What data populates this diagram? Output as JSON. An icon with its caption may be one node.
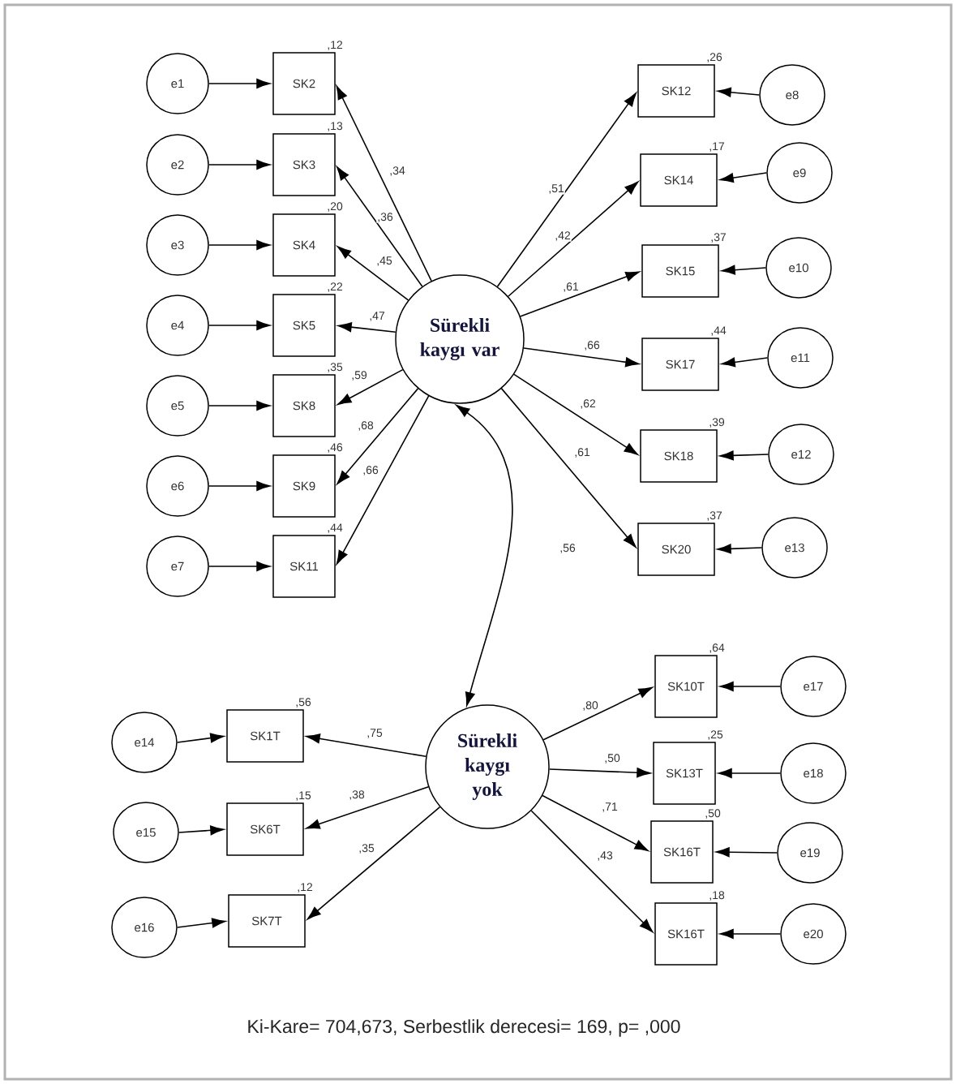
{
  "diagram": {
    "caption": "Ki-Kare= 704,673, Serbestlik derecesi= 169, p= ,000",
    "nodes": [
      {
        "text": [
          "Sürekli kaygı var"
        ]
      },
      {
        "text": [
          "SK2"
        ],
        "beside": [
          ",12"
        ]
      },
      {
        "text": [
          "SK3"
        ],
        "beside": [
          ",13"
        ]
      },
      {
        "text": [
          "SK4"
        ],
        "beside": [
          ",20"
        ]
      },
      {
        "text": [
          "SK5"
        ],
        "beside": [
          ",22"
        ]
      },
      {
        "text": [
          "SK8"
        ],
        "beside": [
          ",35"
        ]
      },
      {
        "text": [
          "SK9"
        ],
        "beside": [
          ",46"
        ]
      },
      {
        "text": [
          "SK11"
        ],
        "beside": [
          ",44"
        ]
      },
      {
        "text": [
          "e1"
        ]
      },
      {
        "text": [
          "e2"
        ]
      },
      {
        "text": [
          "e3"
        ]
      },
      {
        "text": [
          "e4"
        ]
      },
      {
        "text": [
          "e5"
        ]
      },
      {
        "text": [
          "e6"
        ]
      },
      {
        "text": [
          "e7"
        ]
      },
      {
        "text": [
          "SK12"
        ],
        "beside": [
          ",26"
        ]
      },
      {
        "text": [
          "SK14"
        ],
        "beside": [
          ",17"
        ]
      },
      {
        "text": [
          "SK15"
        ],
        "beside": [
          ",37"
        ]
      },
      {
        "text": [
          "SK17"
        ],
        "beside": [
          ",44"
        ]
      },
      {
        "text": [
          "SK18"
        ],
        "beside": [
          ",39"
        ]
      },
      {
        "text": [
          "SK20"
        ],
        "beside": [
          ",37"
        ]
      },
      {
        "text": [
          "e8"
        ]
      },
      {
        "text": [
          "e9"
        ]
      },
      {
        "text": [
          "e10"
        ]
      },
      {
        "text": [
          "e11"
        ]
      },
      {
        "text": [
          "e12"
        ]
      },
      {
        "text": [
          "e13"
        ]
      },
      {
        "text": [
          "Sürekli kaygı yok"
        ]
      },
      {
        "text": [
          "SK1T"
        ],
        "beside": [
          ",56"
        ]
      },
      {
        "text": [
          "SK6T"
        ],
        "beside": [
          ",15"
        ]
      },
      {
        "text": [
          "SK7T"
        ],
        "beside": [
          ",12"
        ]
      },
      {
        "text": [
          "e14"
        ]
      },
      {
        "text": [
          "e15"
        ]
      },
      {
        "text": [
          "e16"
        ]
      },
      {
        "text": [
          "SK10T"
        ],
        "beside": [
          ",64"
        ]
      },
      {
        "text": [
          "SK13T"
        ],
        "beside": [
          ",25"
        ]
      },
      {
        "text": [
          "SK16T"
        ],
        "beside": [
          ",50"
        ]
      },
      {
        "text": [
          "SK16T"
        ],
        "beside": [
          ",18"
        ]
      },
      {
        "text": [
          "e17"
        ]
      },
      {
        "text": [
          "e18"
        ]
      },
      {
        "text": [
          "e19"
        ]
      },
      {
        "text": [
          "e20"
        ]
      }
    ],
    "edges": [
      {
        "from": 0,
        "to": 1,
        "arrow": "to",
        "label": ",34"
      },
      {
        "from": 0,
        "to": 2,
        "arrow": "to",
        "label": ",36"
      },
      {
        "from": 0,
        "to": 3,
        "arrow": "to",
        "label": ",45"
      },
      {
        "from": 0,
        "to": 4,
        "arrow": "to",
        "label": ",47"
      },
      {
        "from": 0,
        "to": 5,
        "arrow": "to",
        "label": ",59"
      },
      {
        "from": 0,
        "to": 6,
        "arrow": "to",
        "label": ",68"
      },
      {
        "from": 0,
        "to": 7,
        "arrow": "to",
        "label": ",66"
      },
      {
        "from": 8,
        "to": 1,
        "arrow": "to"
      },
      {
        "from": 9,
        "to": 2,
        "arrow": "to"
      },
      {
        "from": 10,
        "to": 3,
        "arrow": "to"
      },
      {
        "from": 11,
        "to": 4,
        "arrow": "to"
      },
      {
        "from": 12,
        "to": 5,
        "arrow": "to"
      },
      {
        "from": 13,
        "to": 6,
        "arrow": "to"
      },
      {
        "from": 14,
        "to": 7,
        "arrow": "to"
      },
      {
        "from": 0,
        "to": 15,
        "arrow": "to",
        "label": ",51"
      },
      {
        "from": 0,
        "to": 16,
        "arrow": "to",
        "label": ",42"
      },
      {
        "from": 0,
        "to": 17,
        "arrow": "to",
        "label": ",61"
      },
      {
        "from": 0,
        "to": 18,
        "arrow": "to",
        "label": ",66"
      },
      {
        "from": 0,
        "to": 19,
        "arrow": "to",
        "label": ",62"
      },
      {
        "from": 0,
        "to": 20,
        "arrow": "to",
        "label": ",61"
      },
      {
        "from": 21,
        "to": 15,
        "arrow": "to"
      },
      {
        "from": 22,
        "to": 16,
        "arrow": "to"
      },
      {
        "from": 23,
        "to": 17,
        "arrow": "to"
      },
      {
        "from": 24,
        "to": 18,
        "arrow": "to"
      },
      {
        "from": 25,
        "to": 19,
        "arrow": "to"
      },
      {
        "from": 26,
        "to": 20,
        "arrow": "to"
      },
      {
        "from": 0,
        "to": 27,
        "arrow": "both",
        "label": ",56"
      },
      {
        "from": 27,
        "to": 28,
        "arrow": "to",
        "label": ",75"
      },
      {
        "from": 27,
        "to": 29,
        "arrow": "to",
        "label": ",38"
      },
      {
        "from": 27,
        "to": 30,
        "arrow": "to",
        "label": ",35"
      },
      {
        "from": 31,
        "to": 28,
        "arrow": "to"
      },
      {
        "from": 32,
        "to": 29,
        "arrow": "to"
      },
      {
        "from": 33,
        "to": 30,
        "arrow": "to"
      },
      {
        "from": 27,
        "to": 34,
        "arrow": "to",
        "label": ",80"
      },
      {
        "from": 27,
        "to": 35,
        "arrow": "to",
        "label": ",50"
      },
      {
        "from": 27,
        "to": 36,
        "arrow": "to",
        "label": ",71"
      },
      {
        "from": 27,
        "to": 37,
        "arrow": "to",
        "label": ",43"
      },
      {
        "from": 38,
        "to": 34,
        "arrow": "to"
      },
      {
        "from": 39,
        "to": 35,
        "arrow": "to"
      },
      {
        "from": 40,
        "to": 36,
        "arrow": "to"
      },
      {
        "from": 41,
        "to": 37,
        "arrow": "to"
      }
    ]
  }
}
